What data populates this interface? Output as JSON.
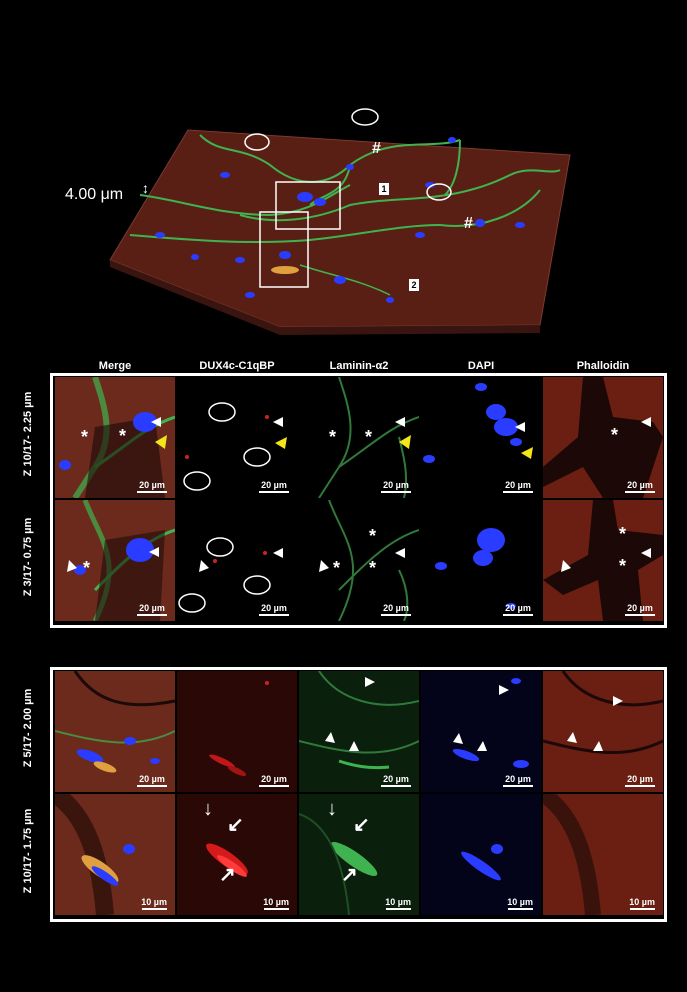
{
  "overview": {
    "depth_label": "4.00 μm",
    "box1_label": "1",
    "box2_label": "2",
    "hash": "#"
  },
  "columns": [
    "Merge",
    "DUX4c-C1qBP",
    "Laminin-α2",
    "DAPI",
    "Phalloidin"
  ],
  "panel1": {
    "label": "1",
    "rows": [
      "Z 10/17- 2.25 µm",
      "Z 3/17- 0.75 µm"
    ],
    "scale": "20 µm"
  },
  "panel2": {
    "label": "2",
    "rows": [
      "Z 5/17- 2.00 µm",
      "Z 10/17- 1.75 µm"
    ],
    "scale_top": "20 µm",
    "scale_bottom": "10 µm"
  },
  "marks": {
    "asterisk": "*"
  },
  "colors": {
    "red": "#6b1f12",
    "green": "#3fb34f",
    "blue": "#2a3cff",
    "yellow": "#f2e51a"
  }
}
